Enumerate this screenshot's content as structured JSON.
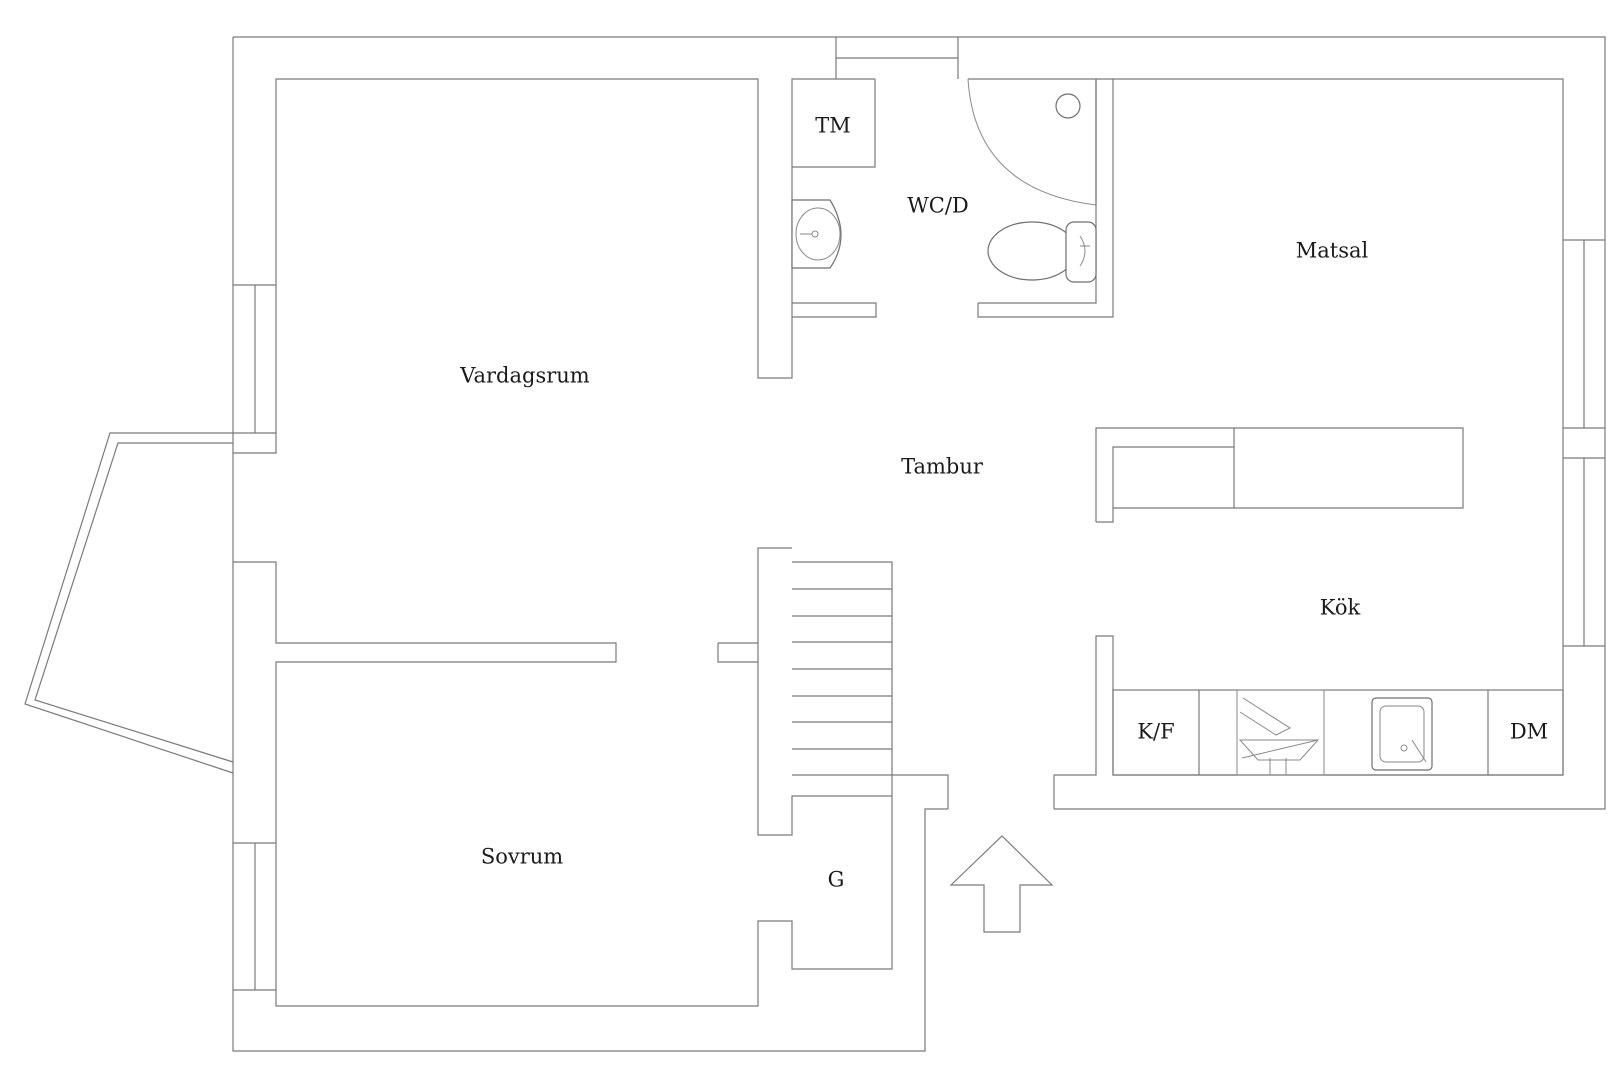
{
  "rooms": {
    "vardagsrum": "Vardagsrum",
    "sovrum": "Sovrum",
    "tambur": "Tambur",
    "matsal": "Matsal",
    "kok": "Kök",
    "wc": "WC/D",
    "tm": "TM",
    "g": "G"
  },
  "appliances": {
    "kf": "K/F",
    "dm": "DM"
  },
  "colors": {
    "line": "#7a7a7a",
    "text": "#1a1a1a",
    "background": "#ffffff"
  },
  "icons": [
    "entrance-arrow-icon",
    "stair-icon",
    "sink-icon",
    "toilet-icon",
    "shower-icon",
    "stove-icon",
    "kitchen-sink-icon"
  ]
}
